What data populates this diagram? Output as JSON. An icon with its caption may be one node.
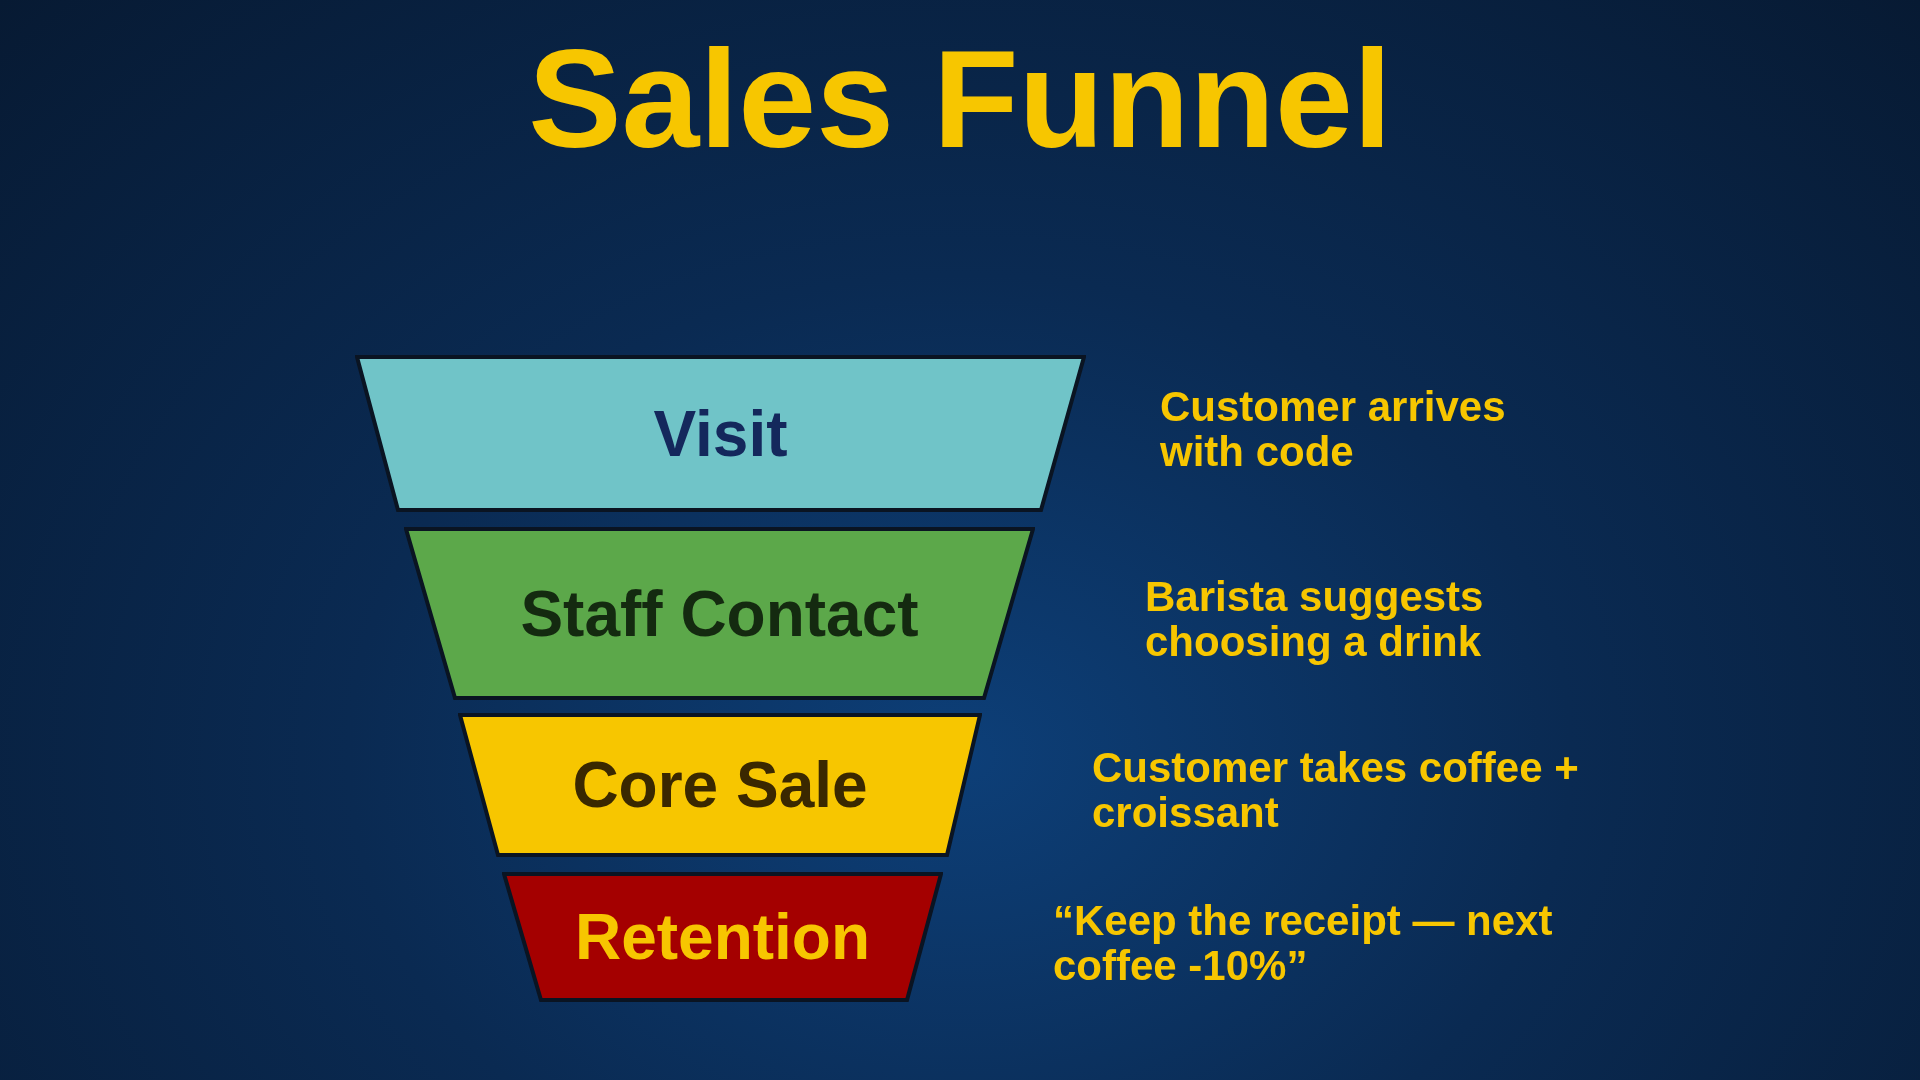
{
  "diagram": {
    "title": "Sales Funnel",
    "nodes": [
      {
        "text": [
          "Visit"
        ],
        "beside": [
          "Customer arrives with code"
        ]
      },
      {
        "text": [
          "Staff Contact"
        ],
        "beside": [
          "Barista suggests choosing a drink"
        ]
      },
      {
        "text": [
          "Core Sale"
        ],
        "beside": [
          "Customer takes coffee + croissant"
        ]
      },
      {
        "text": [
          "Retention"
        ],
        "beside": [
          "“Keep the receipt — next coffee -10%”"
        ]
      }
    ]
  }
}
